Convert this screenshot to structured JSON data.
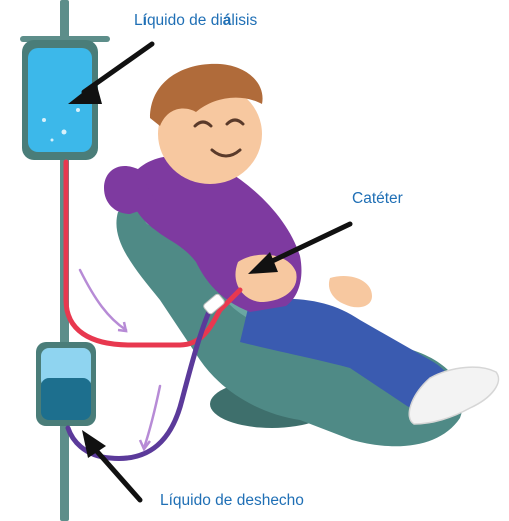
{
  "labels": {
    "dialysis_fluid": {
      "before": "L",
      "accent1": "í",
      "mid": "quido de di",
      "accent2": "á",
      "after": "lisis"
    },
    "catheter": "Catéter",
    "waste_fluid": "Líquido de deshecho"
  },
  "colors": {
    "label_text": "#1f6fb5",
    "pole": "#5d8e8a",
    "bag_fluid": "#3cb8ea",
    "waste_fluid": "#1d6f8e",
    "inflow_tube": "#e8384f",
    "outflow_tube": "#5b3a9a",
    "shirt": "#7e3aa0",
    "pants": "#3a5bb0",
    "chair": "#4f8a86",
    "arrow": "#111111"
  },
  "icons": {
    "arrows": "black-pointer-arrow",
    "flow_indicators": "curved-flow-arrow"
  }
}
